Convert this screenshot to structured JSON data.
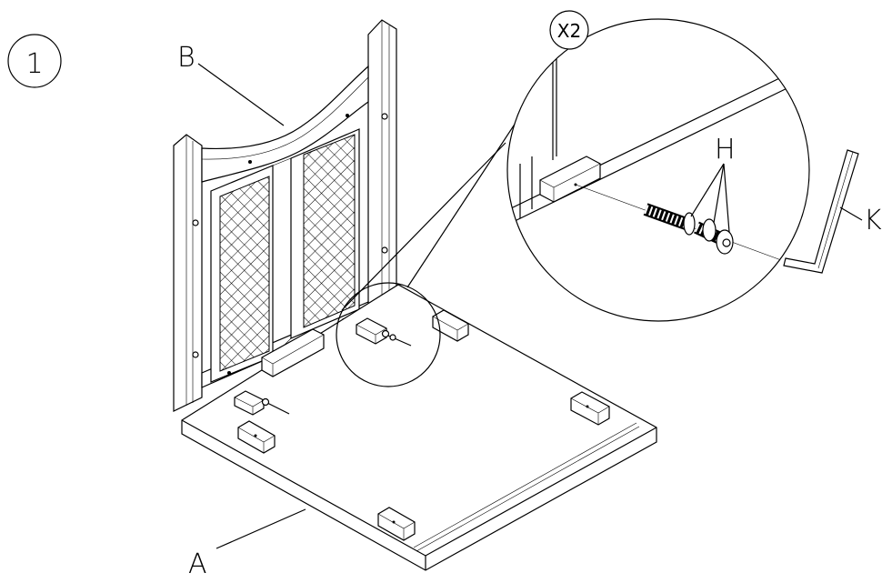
{
  "step": {
    "number": "1"
  },
  "parts": {
    "seat": "A",
    "backrest": "B",
    "bolts": "H",
    "allen_key": "K"
  },
  "detail": {
    "quantity": "X2"
  }
}
